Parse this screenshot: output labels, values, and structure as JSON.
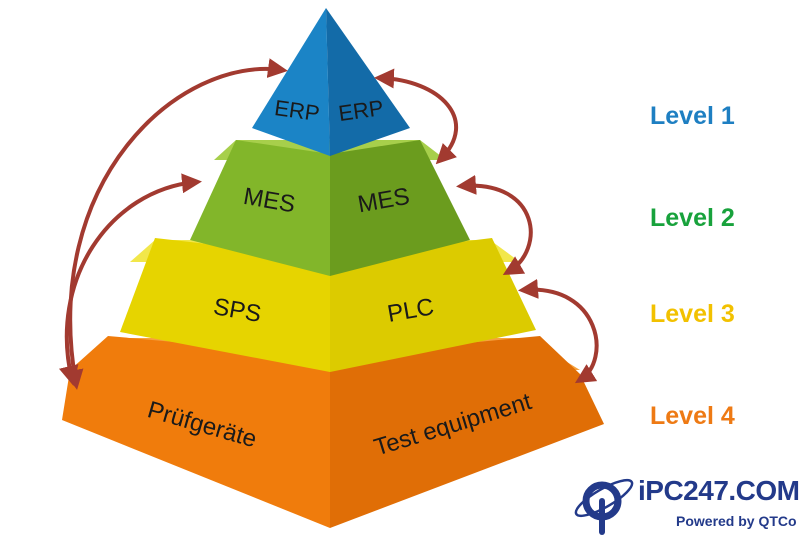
{
  "pyramid": {
    "tiers": [
      {
        "left": "ERP",
        "right": "ERP"
      },
      {
        "left": "MES",
        "right": "MES"
      },
      {
        "left": "SPS",
        "right": "PLC"
      },
      {
        "left": "Prüfgeräte",
        "right": "Test equipment"
      }
    ]
  },
  "levels": [
    {
      "label": "Level 1",
      "color": "#1e7fc2"
    },
    {
      "label": "Level 2",
      "color": "#18a23c"
    },
    {
      "label": "Level 3",
      "color": "#f2c100"
    },
    {
      "label": "Level 4",
      "color": "#ee7a14"
    }
  ],
  "colors": {
    "erp_left": "#1b84c6",
    "erp_right": "#136ba8",
    "erp_top": "#4aa6de",
    "mes_left": "#82b62a",
    "mes_right": "#6b9c1e",
    "mes_top": "#a7cf4b",
    "plc_left": "#e6d400",
    "plc_right": "#dccb00",
    "plc_top": "#f2e74a",
    "test_left": "#f07c0c",
    "test_right": "#e06e06",
    "test_top": "#f6a23e",
    "arrow": "#a23a30"
  },
  "logo": {
    "text": "iPC247.COM",
    "tagline": "Powered by QTCo",
    "icon": "q-orbit-logo-icon"
  }
}
